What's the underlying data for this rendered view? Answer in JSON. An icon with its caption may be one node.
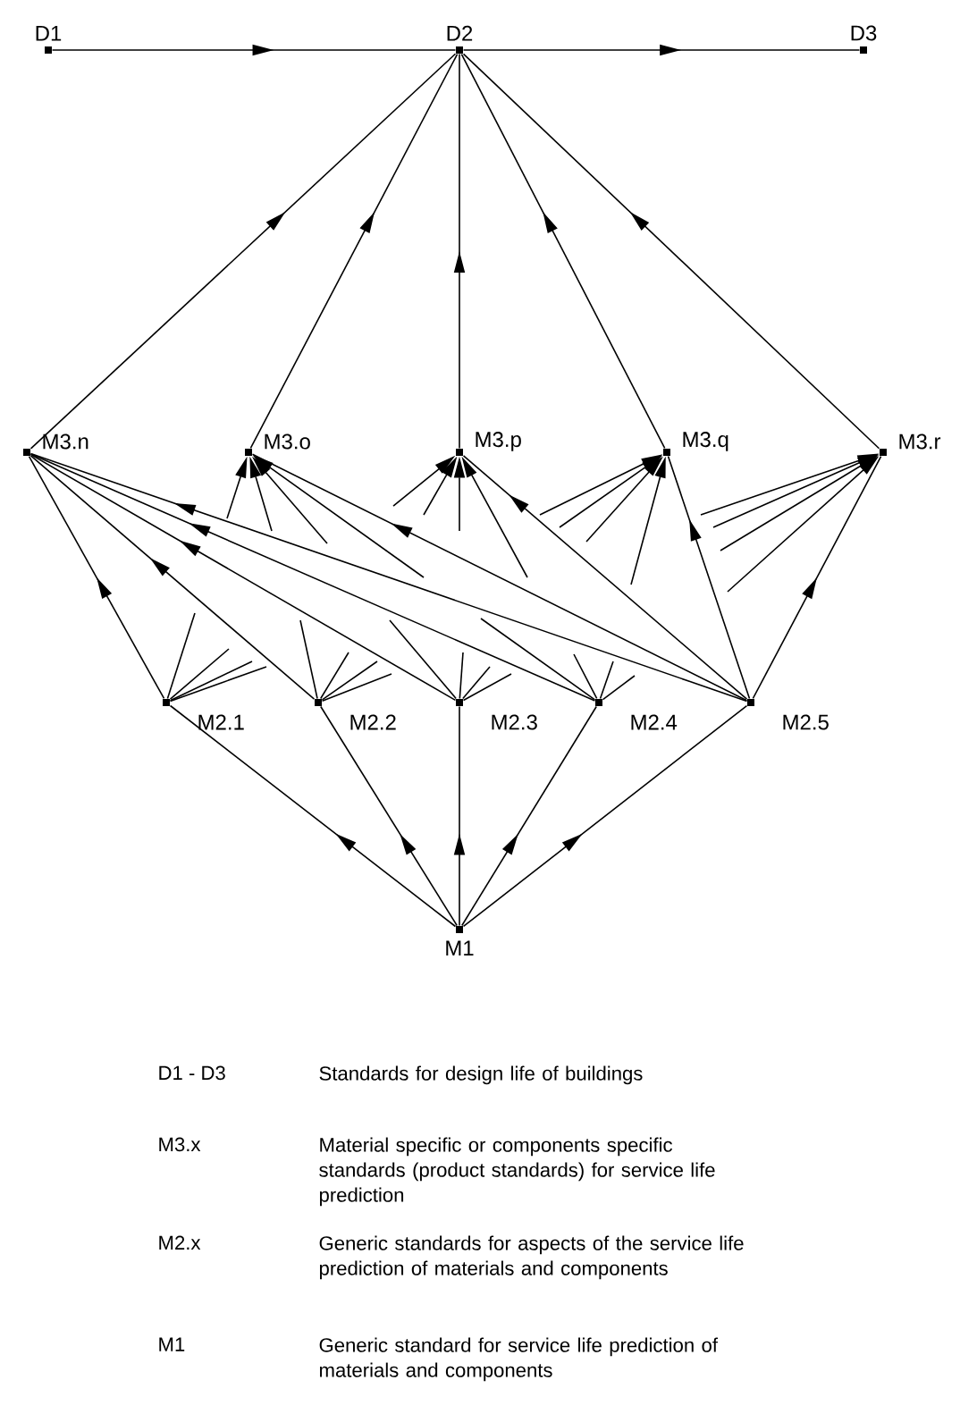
{
  "diagram": {
    "nodes": [
      {
        "text": [
          "D1"
        ]
      },
      {
        "text": [
          "D2"
        ]
      },
      {
        "text": [
          "D3"
        ]
      },
      {
        "text": [
          "M3.n"
        ]
      },
      {
        "text": [
          "M3.o"
        ]
      },
      {
        "text": [
          "M3.p"
        ]
      },
      {
        "text": [
          "M3.q"
        ]
      },
      {
        "text": [
          "M3.r"
        ]
      },
      {
        "text": [
          "M2.1"
        ]
      },
      {
        "text": [
          "M2.2"
        ]
      },
      {
        "text": [
          "M2.3"
        ]
      },
      {
        "text": [
          "M2.4"
        ]
      },
      {
        "text": [
          "M2.5"
        ]
      },
      {
        "text": [
          "M1"
        ]
      }
    ],
    "edges": [
      {
        "from": 0,
        "to": 1,
        "arrow": "to"
      },
      {
        "from": 1,
        "to": 2,
        "arrow": "to"
      },
      {
        "from": 3,
        "to": 1,
        "arrow": "to"
      },
      {
        "from": 4,
        "to": 1,
        "arrow": "to"
      },
      {
        "from": 5,
        "to": 1,
        "arrow": "to"
      },
      {
        "from": 6,
        "to": 1,
        "arrow": "to"
      },
      {
        "from": 7,
        "to": 1,
        "arrow": "to"
      },
      {
        "from": 13,
        "to": 8,
        "arrow": "to"
      },
      {
        "from": 13,
        "to": 9,
        "arrow": "to"
      },
      {
        "from": 13,
        "to": 10,
        "arrow": "to"
      },
      {
        "from": 13,
        "to": 11,
        "arrow": "to"
      },
      {
        "from": 13,
        "to": 12,
        "arrow": "to"
      },
      {
        "from": 8,
        "to": 3,
        "arrow": "to"
      },
      {
        "from": 9,
        "to": 3,
        "arrow": "to"
      },
      {
        "from": 10,
        "to": 3,
        "arrow": "to"
      },
      {
        "from": 11,
        "to": 3,
        "arrow": "to"
      },
      {
        "from": 12,
        "to": 3,
        "arrow": "to"
      },
      {
        "from": 12,
        "to": 4,
        "arrow": "to"
      },
      {
        "from": 12,
        "to": 5,
        "arrow": "to"
      },
      {
        "from": 12,
        "to": 6,
        "arrow": "to"
      },
      {
        "from": 12,
        "to": 7,
        "arrow": "to"
      },
      {
        "from": null,
        "to": 4,
        "arrow": "to"
      },
      {
        "from": null,
        "to": 4,
        "arrow": "to"
      },
      {
        "from": null,
        "to": 4,
        "arrow": "to"
      },
      {
        "from": null,
        "to": 4,
        "arrow": "to"
      },
      {
        "from": null,
        "to": 5,
        "arrow": "to"
      },
      {
        "from": null,
        "to": 5,
        "arrow": "to"
      },
      {
        "from": null,
        "to": 5,
        "arrow": "to"
      },
      {
        "from": null,
        "to": 5,
        "arrow": "to"
      },
      {
        "from": null,
        "to": 6,
        "arrow": "to"
      },
      {
        "from": null,
        "to": 6,
        "arrow": "to"
      },
      {
        "from": null,
        "to": 6,
        "arrow": "to"
      },
      {
        "from": null,
        "to": 6,
        "arrow": "to"
      },
      {
        "from": null,
        "to": 7,
        "arrow": "to"
      },
      {
        "from": null,
        "to": 7,
        "arrow": "to"
      },
      {
        "from": null,
        "to": 7,
        "arrow": "to"
      },
      {
        "from": null,
        "to": 7,
        "arrow": "to"
      },
      {
        "from": 8,
        "to": null,
        "arrow": "none"
      },
      {
        "from": 8,
        "to": null,
        "arrow": "none"
      },
      {
        "from": 8,
        "to": null,
        "arrow": "none"
      },
      {
        "from": 8,
        "to": null,
        "arrow": "none"
      },
      {
        "from": 9,
        "to": null,
        "arrow": "none"
      },
      {
        "from": 9,
        "to": null,
        "arrow": "none"
      },
      {
        "from": 9,
        "to": null,
        "arrow": "none"
      },
      {
        "from": 9,
        "to": null,
        "arrow": "none"
      },
      {
        "from": 10,
        "to": null,
        "arrow": "none"
      },
      {
        "from": 10,
        "to": null,
        "arrow": "none"
      },
      {
        "from": 10,
        "to": null,
        "arrow": "none"
      },
      {
        "from": 10,
        "to": null,
        "arrow": "none"
      },
      {
        "from": 11,
        "to": null,
        "arrow": "none"
      },
      {
        "from": 11,
        "to": null,
        "arrow": "none"
      },
      {
        "from": 11,
        "to": null,
        "arrow": "none"
      },
      {
        "from": 11,
        "to": null,
        "arrow": "none"
      }
    ],
    "labels": [
      "D1 - D3",
      "Standards for design life of buildings",
      "M3.x",
      "Material specific or components specific standards (product standards) for service life prediction",
      "M2.x",
      "Generic standards for aspects of the service life prediction of materials and components",
      "M1",
      "Generic standard for service life prediction of materials and components"
    ]
  }
}
